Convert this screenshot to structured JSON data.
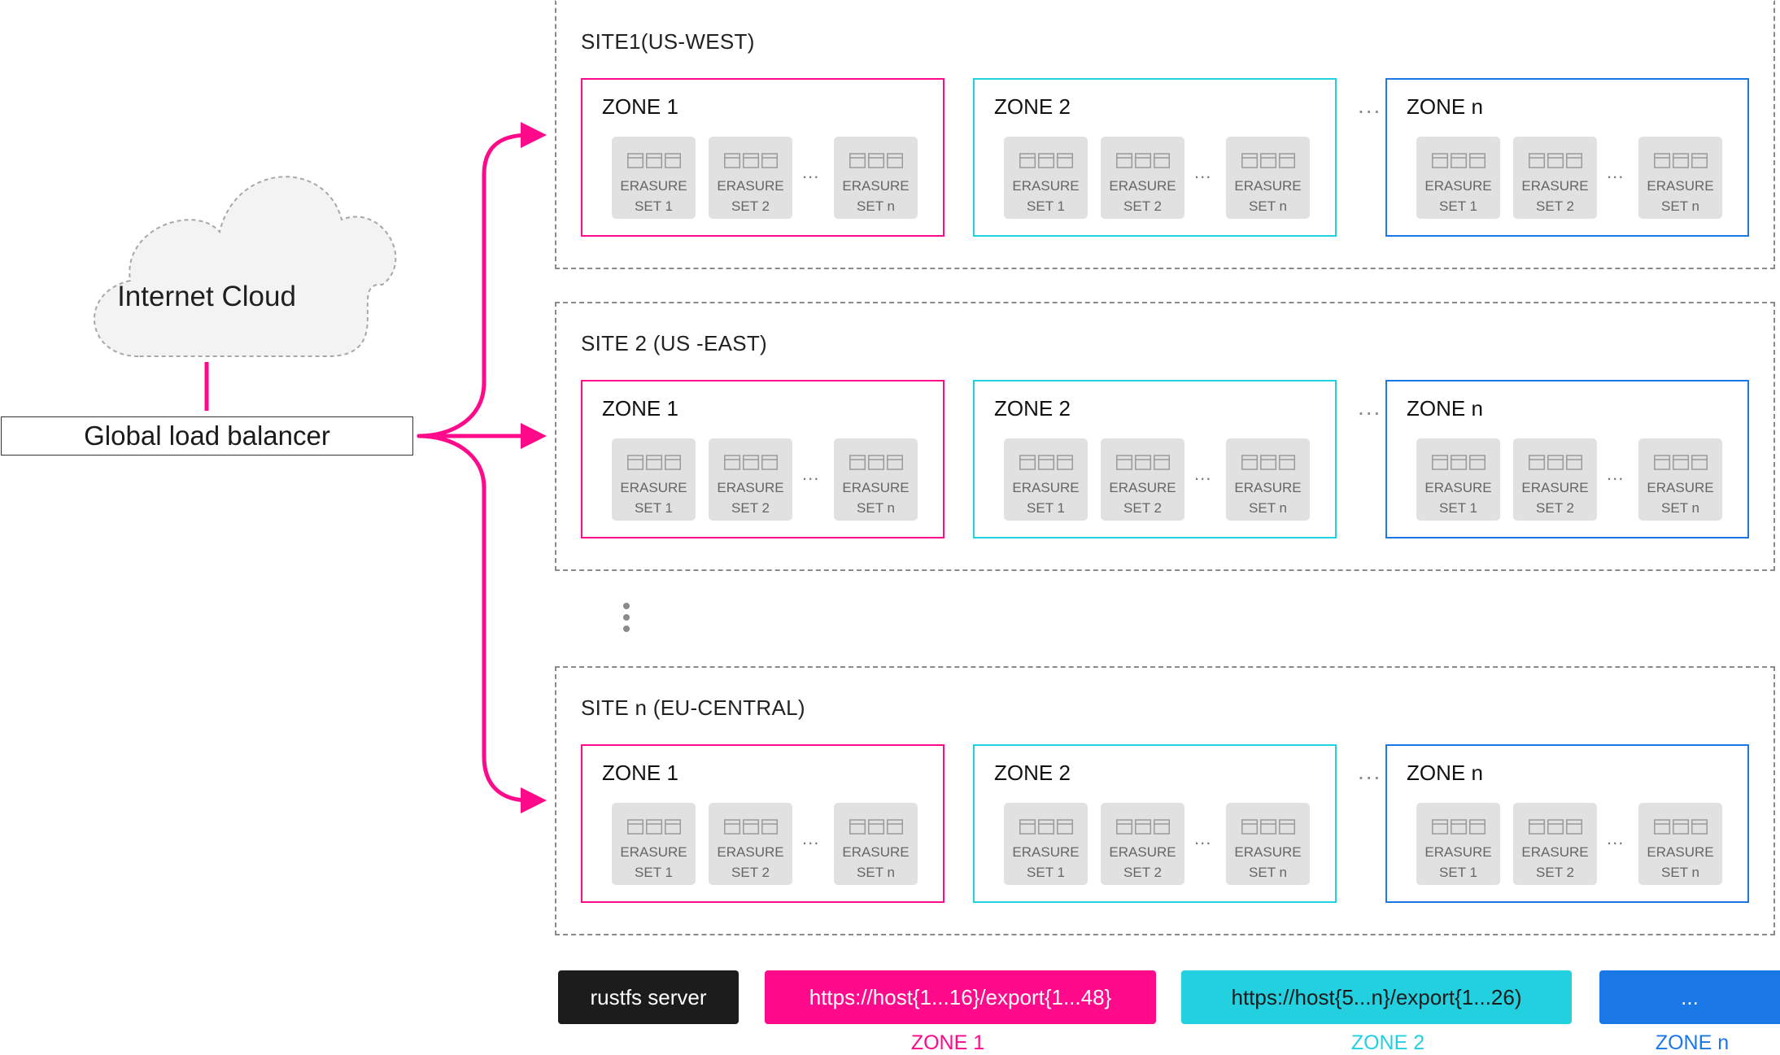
{
  "colors": {
    "zone1": "#ff0a8a",
    "zone2": "#22d0e0",
    "zoneN": "#1a78e6",
    "server": "#1c1c1c"
  },
  "cloud": {
    "label": "Internet Cloud"
  },
  "load_balancer": {
    "label": "Global load balancer"
  },
  "sites": [
    {
      "title": "SITE1(US-WEST)"
    },
    {
      "title": "SITE 2 (US -EAST)"
    },
    {
      "title": "SITE n (EU-CENTRAL)"
    }
  ],
  "zones": [
    {
      "title": "ZONE 1",
      "color_key": "zone1"
    },
    {
      "title": "ZONE 2",
      "color_key": "zone2"
    },
    {
      "title": "ZONE n",
      "color_key": "zoneN"
    }
  ],
  "erasure_sets": [
    {
      "line1": "ERASURE",
      "line2": "SET 1"
    },
    {
      "line1": "ERASURE",
      "line2": "SET 2"
    },
    {
      "line1": "ERASURE",
      "line2": "SET n"
    }
  ],
  "ellipsis": "...",
  "legend": {
    "server": "rustfs server",
    "zone1_cmd": "https://host{1...16}/export{1...48}",
    "zone2_cmd": "https://host{5...n}/export{1...26)",
    "zoneN_cmd": "...",
    "zone1_caption": "ZONE 1",
    "zone2_caption": "ZONE 2",
    "zoneN_caption": "ZONE n"
  }
}
